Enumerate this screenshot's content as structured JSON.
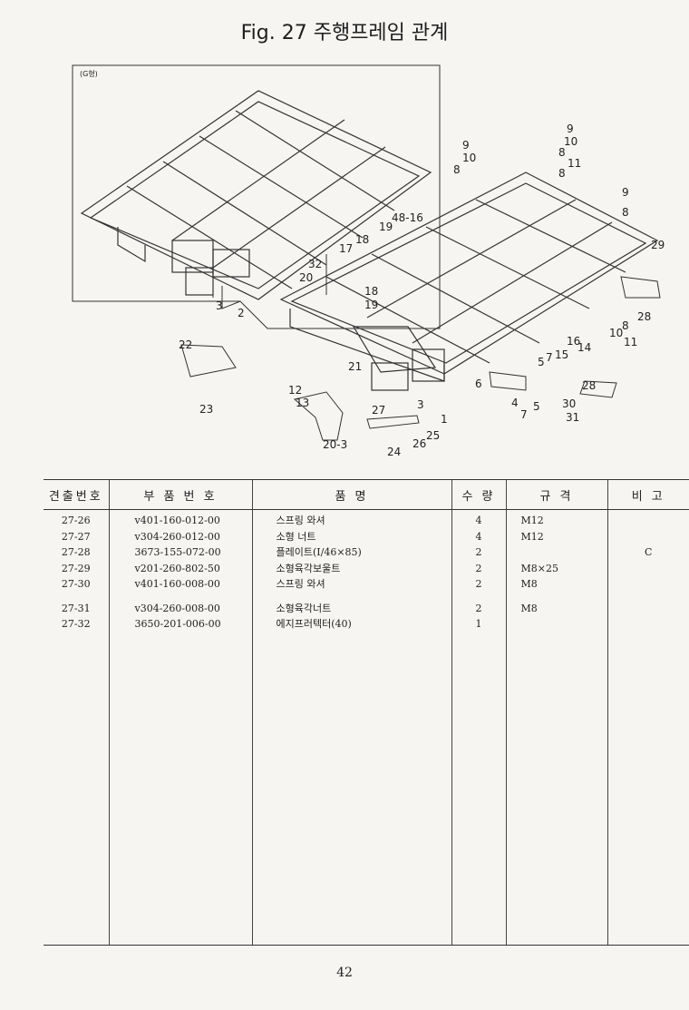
{
  "page": {
    "title": "Fig. 27  주행프레임 관계",
    "page_number": "42"
  },
  "diagram": {
    "inset_label": "(G형)",
    "callouts": [
      "9",
      "10",
      "8",
      "9",
      "10",
      "8",
      "11",
      "8",
      "9",
      "8",
      "48-16",
      "19",
      "18",
      "17",
      "32",
      "20",
      "18",
      "19",
      "29",
      "28",
      "22",
      "23",
      "21",
      "12",
      "13",
      "20-3",
      "27",
      "3",
      "1",
      "26",
      "25",
      "24",
      "6",
      "4",
      "7",
      "5",
      "5",
      "7",
      "15",
      "16",
      "14",
      "8",
      "10",
      "11",
      "28",
      "30",
      "31",
      "3",
      "2"
    ]
  },
  "table": {
    "headers": [
      "견출번호",
      "부 품 번 호",
      "품          명",
      "수 량",
      "규  격",
      "비  고"
    ],
    "rows": [
      {
        "no": "27-26",
        "part": "v401-160-012-00",
        "name": "스프링 와셔",
        "qty": "4",
        "spec": "M12",
        "remark": ""
      },
      {
        "no": "27-27",
        "part": "v304-260-012-00",
        "name": "소형 너트",
        "qty": "4",
        "spec": "M12",
        "remark": ""
      },
      {
        "no": "27-28",
        "part": "3673-155-072-00",
        "name": "플레이트(I/46×85)",
        "qty": "2",
        "spec": "",
        "remark": "C"
      },
      {
        "no": "27-29",
        "part": "v201-260-802-50",
        "name": "소형육각보울트",
        "qty": "2",
        "spec": "M8×25",
        "remark": ""
      },
      {
        "no": "27-30",
        "part": "v401-160-008-00",
        "name": "스프링 와셔",
        "qty": "2",
        "spec": "M8",
        "remark": ""
      },
      {
        "no": "27-31",
        "part": "v304-260-008-00",
        "name": "소형육각너트",
        "qty": "2",
        "spec": "M8",
        "remark": ""
      },
      {
        "no": "27-32",
        "part": "3650-201-006-00",
        "name": "에지프러텍터(40)",
        "qty": "1",
        "spec": "",
        "remark": ""
      }
    ]
  }
}
